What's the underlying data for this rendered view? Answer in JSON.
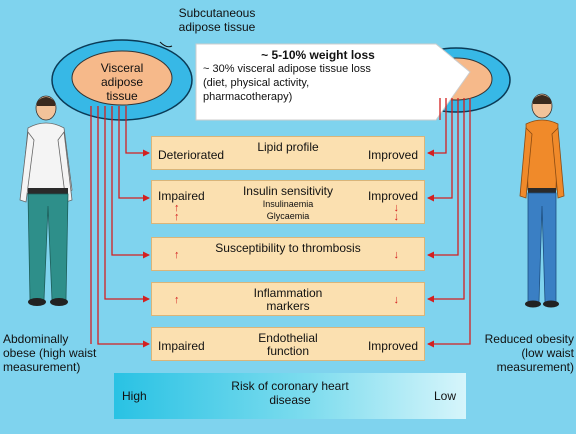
{
  "labels": {
    "subcutaneous": "Subcutaneous adipose tissue",
    "visceral": "Visceral adipose tissue",
    "left_person": "Abdominally obese (high waist measurement)",
    "right_person": "Reduced obesity (low waist measurement)"
  },
  "callout": {
    "heading": "~ 5-10% weight loss",
    "line1": "~ 30% visceral adipose tissue loss",
    "line2": "(diet, physical activity,",
    "line3": "pharmacotherapy)"
  },
  "boxes": [
    {
      "left": "Deteriorated",
      "title": "Lipid profile",
      "right": "Improved"
    },
    {
      "left": "Impaired",
      "title": "Insulin sensitivity",
      "sub1": "Insulinaemia",
      "sub2": "Glycaemia",
      "right": "Improved"
    },
    {
      "left": "",
      "title": "Susceptibility to thrombosis",
      "right": ""
    },
    {
      "left": "",
      "title": "Inflammation markers",
      "right": ""
    },
    {
      "left": "Impaired",
      "title": "Endothelial function",
      "right": "Improved"
    }
  ],
  "risk": {
    "title": "Risk of coronary heart disease",
    "high": "High",
    "low": "Low"
  },
  "colors": {
    "background": "#7fd3ee",
    "arrow": "#d32020",
    "box": "#fbe0b0",
    "visceral": "#f6b98a",
    "outer_ring": "#37b8e6"
  }
}
